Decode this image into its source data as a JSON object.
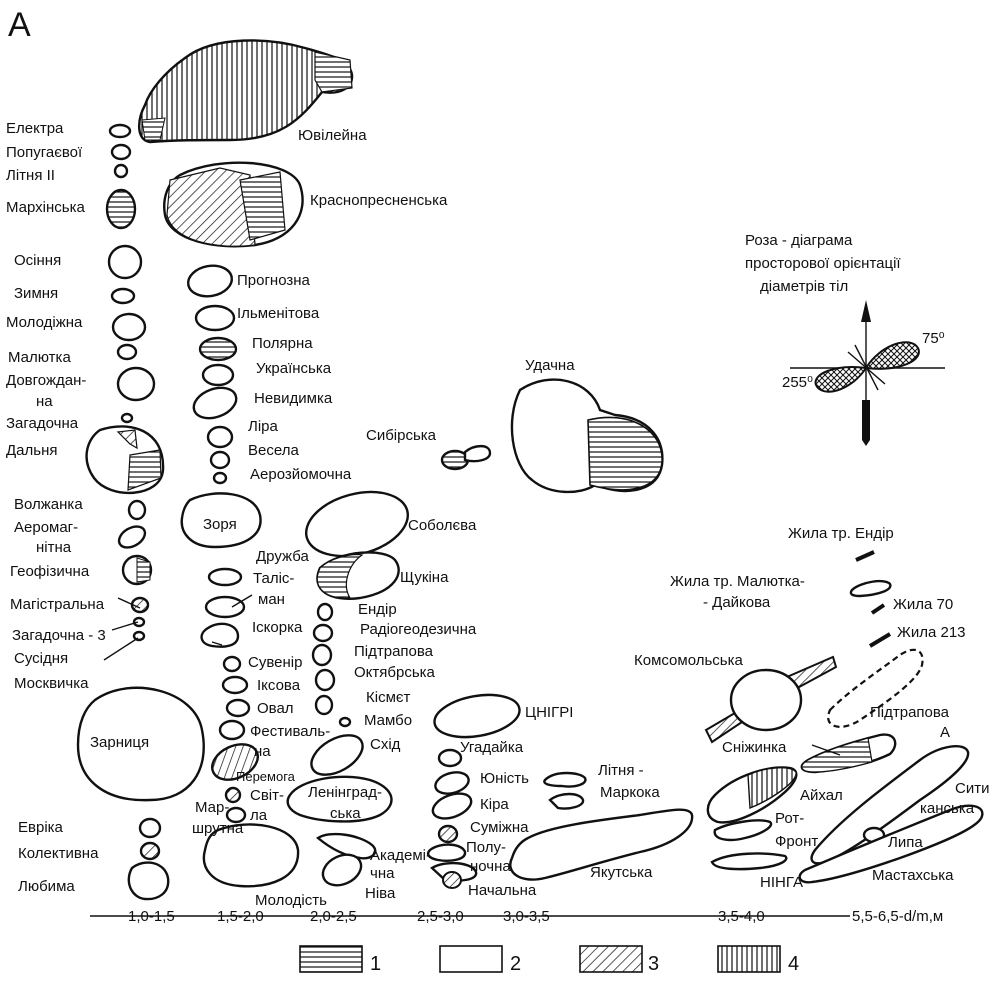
{
  "panel_letter": "А",
  "rose": {
    "title_line1": "Роза - діаграма",
    "title_line2": "просторової орієнтації",
    "title_line3": "діаметрів тіл",
    "angle_right": "75⁰",
    "angle_left": "255⁰"
  },
  "pipes": {
    "col1": [
      "Електра",
      "Попугаєвої",
      "Літня II",
      "Мархінська",
      "Осіння",
      "Зимня",
      "Молодіжна",
      "Малютка",
      "Довгождан-",
      "на",
      "Загадочна",
      "Дальня",
      "Волжанка",
      "Аеромаг-",
      "нітна",
      "Геофізична",
      "Магістральна",
      "Загадочна - 3",
      "Сусідня",
      "Москвичка",
      "Зарниця",
      "Евріка",
      "Колективна",
      "Любима"
    ],
    "col2": [
      "Ювілейна",
      "Краснопресненська",
      "Прогнозна",
      "Ільменітова",
      "Полярна",
      "Українська",
      "Невидимка",
      "Ліра",
      "Весела",
      "Аерозйомочна",
      "Зоря",
      "Дружба",
      "Таліс-",
      "ман",
      "Іскорка",
      "Сувенір",
      "Іксова",
      "Овал",
      "Фестиваль-",
      "на",
      "Перемога",
      "Світ-",
      "ла",
      "Мар-",
      "шрутна",
      "Молодість"
    ],
    "col3": [
      "Сибірська",
      "Соболєва",
      "Щукіна",
      "Ендір",
      "Радіогеодезична",
      "Підтрапова",
      "Октябрська",
      "Кісмєт",
      "Мамбо",
      "Схід",
      "Ленінград-",
      "ська",
      "Академі-",
      "чна",
      "Ніва",
      "Удачна",
      "ЦНІГРІ",
      "Угадайка",
      "Юність",
      "Кіра",
      "Суміжна",
      "Полу-",
      "ночна",
      "Начальна",
      "Літня -",
      "Маркока",
      "Якутська"
    ],
    "col4": [
      "Жила тр. Ендір",
      "Жила тр. Малютка-",
      "- Дайкова",
      "Жила 70",
      "Жила 213",
      "Комсомольська",
      "Підтрапова",
      "А",
      "Сніжинка",
      "Сити",
      "канська",
      "Айхал",
      "Рот-",
      "Фронт",
      "Липа",
      "НІНГА",
      "Мастахська"
    ]
  },
  "axis": {
    "ticks": [
      "1,0-1,5",
      "1,5-2,0",
      "2,0-2,5",
      "2,5-3,0",
      "3,0-3,5",
      "3,5-4,0",
      "5,5-6,5-d/m,м"
    ]
  },
  "legend": {
    "items": [
      {
        "label": "1",
        "pattern": "horizontal-hatch"
      },
      {
        "label": "2",
        "pattern": "blank"
      },
      {
        "label": "3",
        "pattern": "diagonal-hatch"
      },
      {
        "label": "4",
        "pattern": "vertical-hatch"
      }
    ]
  }
}
